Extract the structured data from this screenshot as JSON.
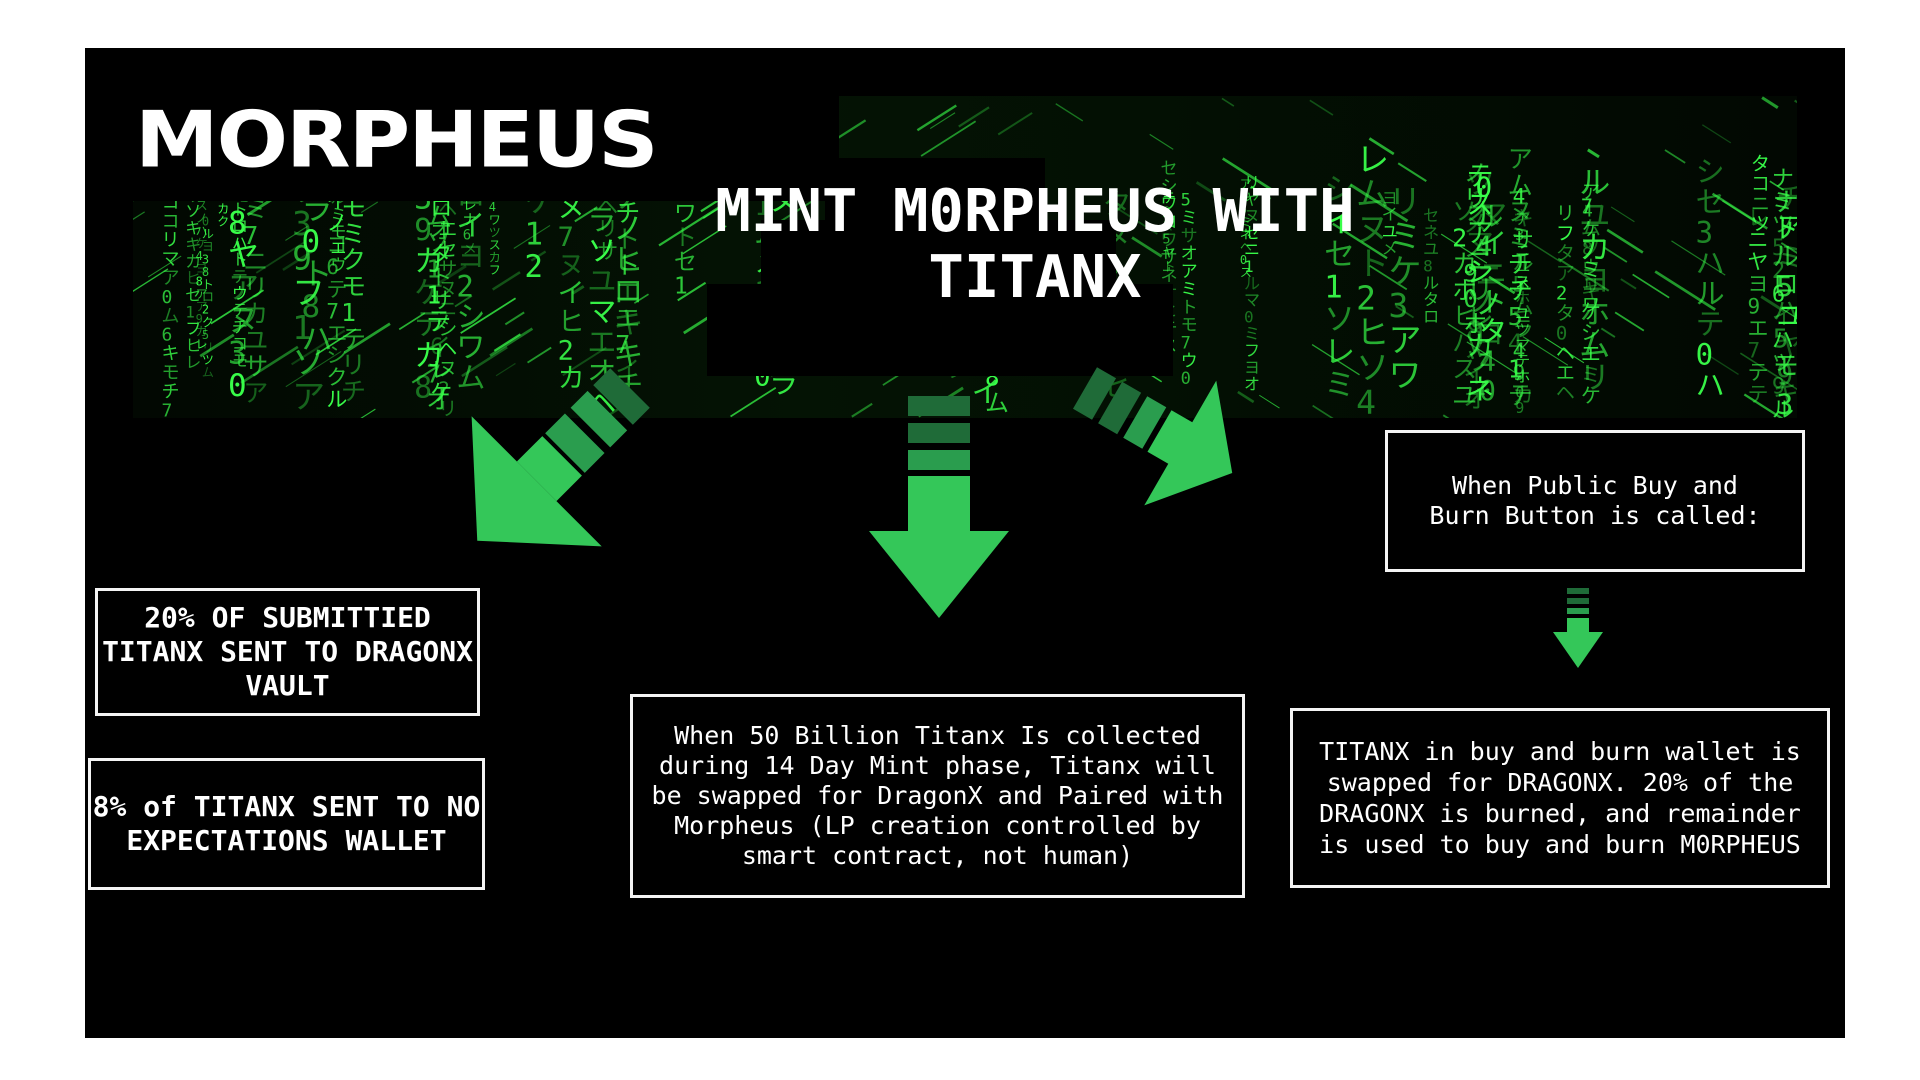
{
  "header": {
    "logo": "MORPHEUS",
    "title": "MINT M0RPHEUS WITH TITANX"
  },
  "boxes": {
    "dragonx_vault": "20% OF SUBMITTIED TITANX SENT TO DRAGONX VAULT",
    "no_expectations": "8% of TITANX SENT TO NO EXPECTATIONS WALLET",
    "lp_creation": "When 50 Billion Titanx Is collected during 14 Day Mint phase, Titanx will be swapped for DragonX and Paired with Morpheus (LP creation controlled by smart contract, not human)",
    "public_buy_burn": "When Public Buy and Burn Button is called:",
    "swap_burn": "TITANX in buy and burn wallet is swapped for DRAGONX. 20% of the DRAGONX is burned, and remainder is used to buy and burn M0RPHEUS"
  },
  "colors": {
    "background": "#000000",
    "arrow_green": "#34c759",
    "arrow_band_light": "#2a9d4e",
    "arrow_band_dark": "#1f6b38",
    "matrix_green": "#39ff4a",
    "text": "#ffffff"
  },
  "icons": [
    "arrow-down-left-icon",
    "arrow-down-icon",
    "arrow-down-right-icon",
    "small-arrow-down-icon"
  ]
}
